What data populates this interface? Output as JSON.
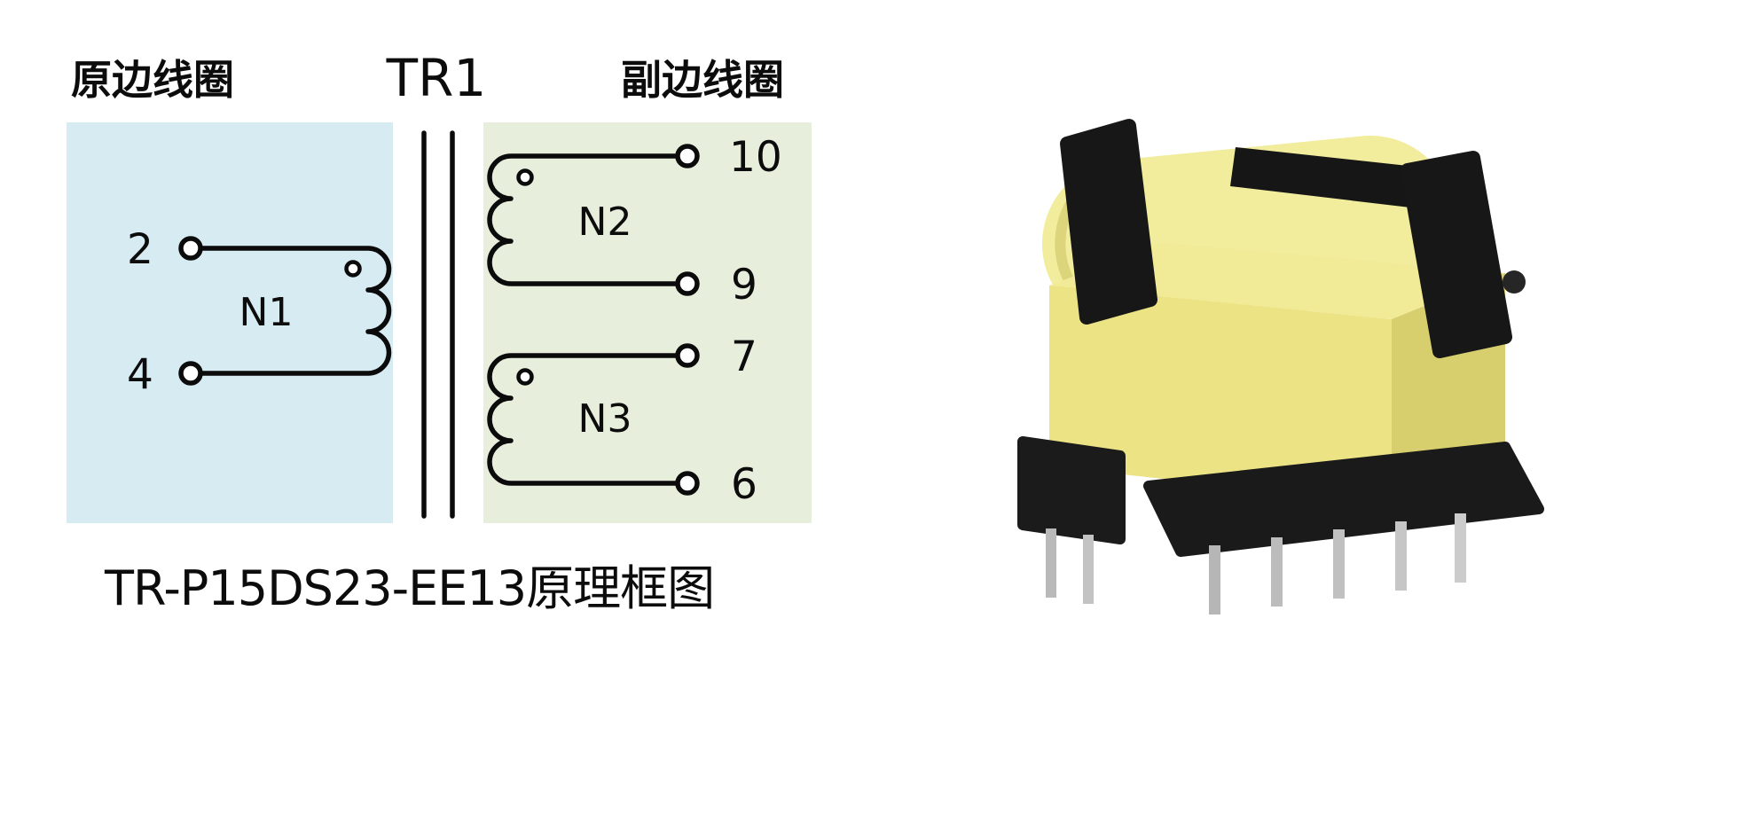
{
  "diagram": {
    "core_label": "TR1",
    "caption": "TR-P15DS23-EE13原理框图",
    "primary": {
      "section_label": "原边线圈",
      "windings": [
        {
          "name": "N1",
          "pin_top": "2",
          "pin_bottom": "4"
        }
      ]
    },
    "secondary": {
      "section_label": "副边线圈",
      "windings": [
        {
          "name": "N2",
          "pin_top": "10",
          "pin_bottom": "9"
        },
        {
          "name": "N3",
          "pin_top": "7",
          "pin_bottom": "6"
        }
      ]
    }
  },
  "photo": {
    "subject": "EE13 transformer component"
  },
  "colors": {
    "primary_label": "#27b5ea",
    "secondary_label": "#8cae4e",
    "primary_bg": "#d7ebf3",
    "secondary_bg": "#e7eedc",
    "wire": "#0b0b0b"
  }
}
